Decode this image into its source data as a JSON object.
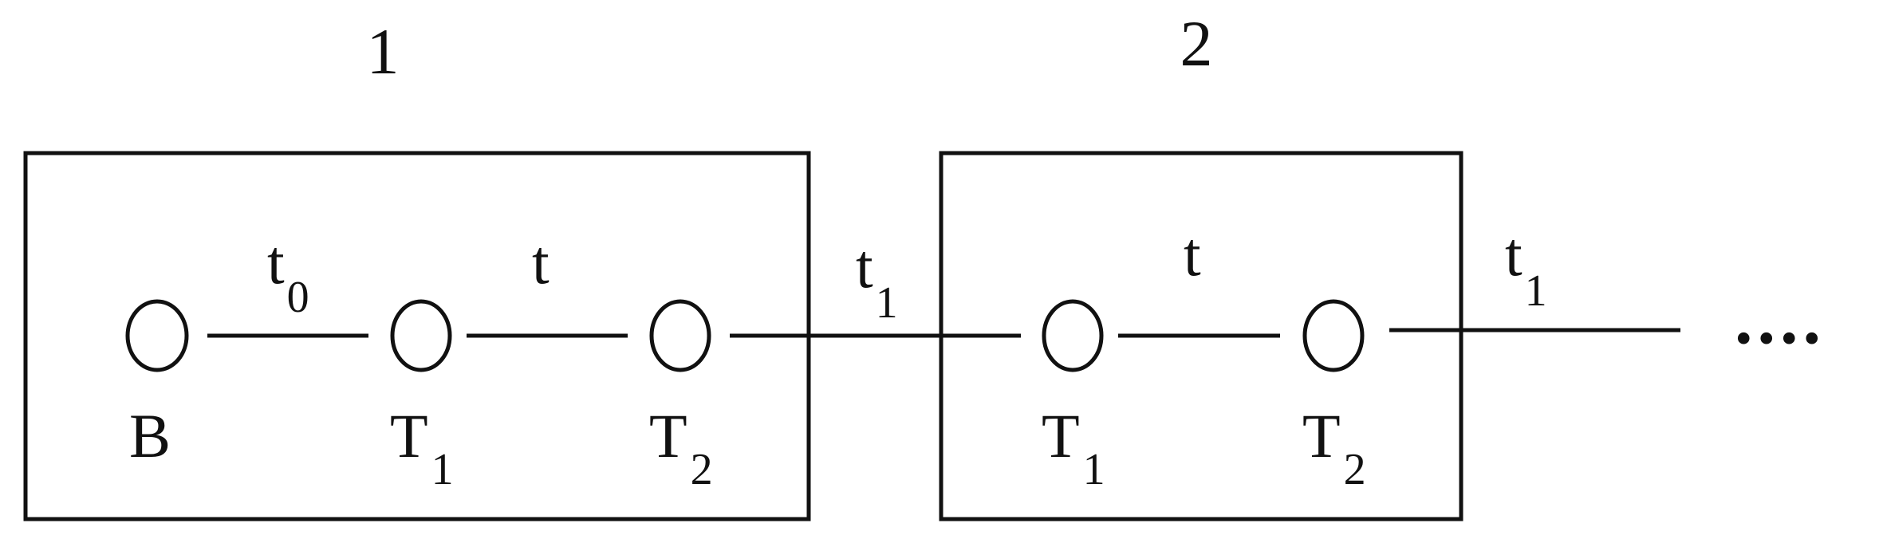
{
  "cells": [
    {
      "number": "1",
      "nodes": [
        {
          "label": "B",
          "sub": ""
        },
        {
          "label": "T",
          "sub": "1"
        },
        {
          "label": "T",
          "sub": "2"
        }
      ],
      "bonds": [
        {
          "label": "t",
          "sub": "0"
        },
        {
          "label": "t",
          "sub": ""
        }
      ]
    },
    {
      "number": "2",
      "nodes": [
        {
          "label": "T",
          "sub": "1"
        },
        {
          "label": "T",
          "sub": "2"
        }
      ],
      "bonds": [
        {
          "label": "t",
          "sub": ""
        }
      ]
    }
  ],
  "inter_cell_bonds": [
    {
      "label": "t",
      "sub": "1"
    },
    {
      "label": "t",
      "sub": "1"
    }
  ],
  "continuation": "....",
  "colors": {
    "ink": "#111111",
    "background": "#ffffff"
  }
}
